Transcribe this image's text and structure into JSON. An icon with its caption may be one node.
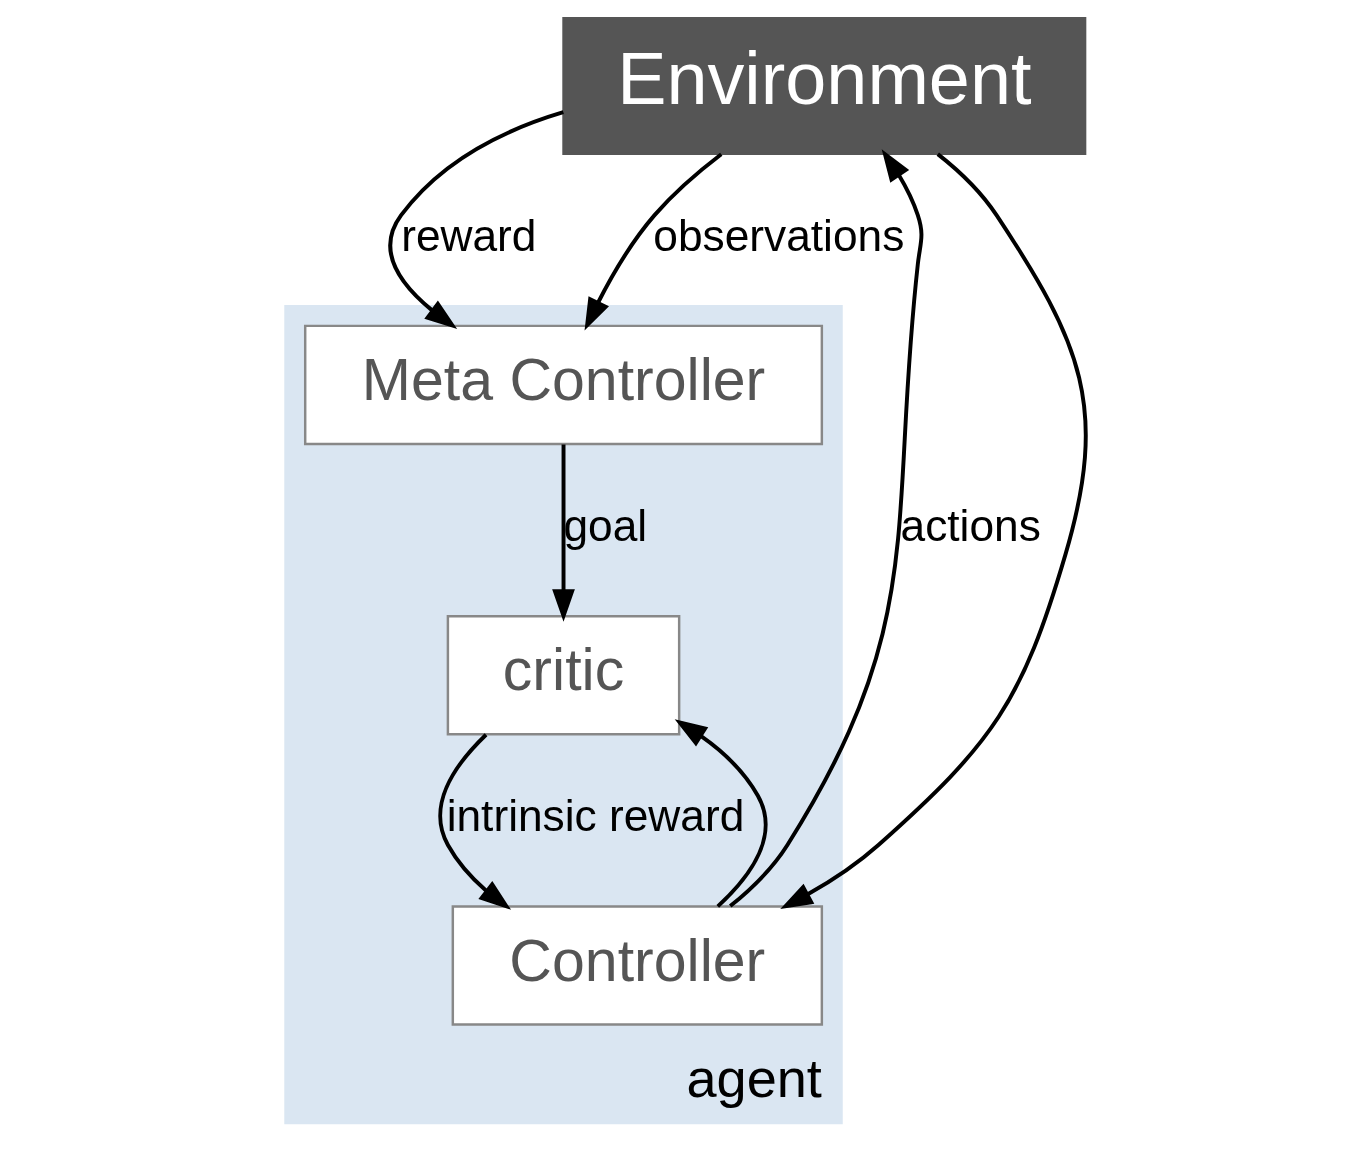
{
  "diagram": {
    "nodes": [
      {
        "text": [
          "agent"
        ]
      },
      {
        "text": [
          "Environment"
        ]
      },
      {
        "text": [
          "Meta Controller"
        ],
        "in": 0
      },
      {
        "text": [
          "critic"
        ],
        "in": 0
      },
      {
        "text": [
          "Controller"
        ],
        "in": 0
      }
    ],
    "edges": [
      {
        "from": 1,
        "to": 2,
        "arrow": "to",
        "label": "reward"
      },
      {
        "from": 2,
        "to": 3,
        "arrow": "to",
        "label": "goal"
      },
      {
        "from": 3,
        "to": 4,
        "arrow": "to",
        "label": "intrinsic reward"
      },
      {
        "from": 4,
        "to": 3,
        "arrow": "to"
      },
      {
        "from": 4,
        "to": 1,
        "arrow": "to",
        "label": "actions"
      },
      {
        "from": 1,
        "to": 2,
        "arrow": "to",
        "label": "observations"
      },
      {
        "from": 1,
        "to": 4,
        "arrow": "to"
      }
    ]
  }
}
